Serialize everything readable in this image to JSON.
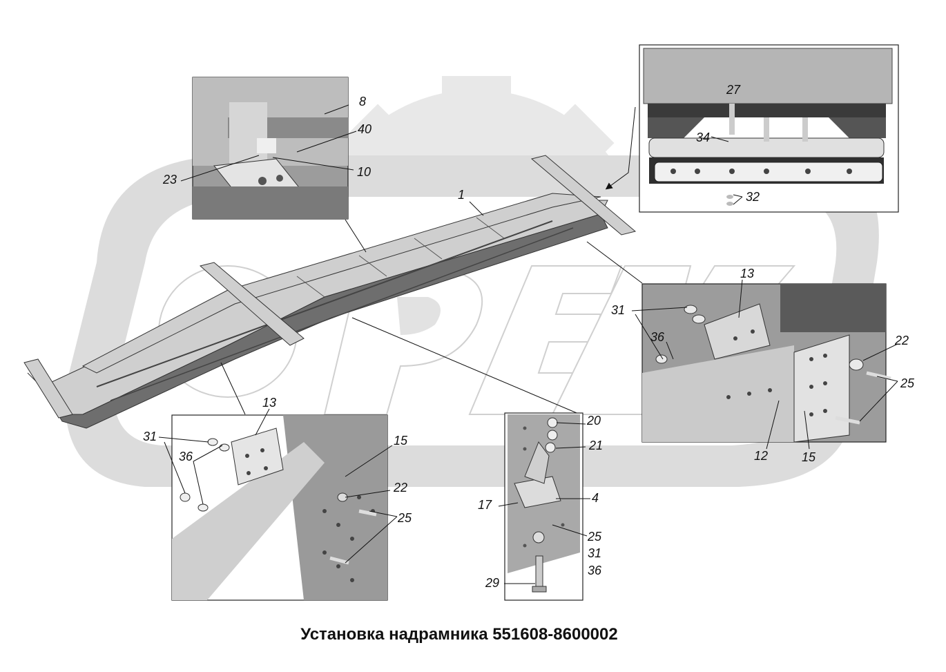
{
  "caption": "Установка надрамника 551608-8600002",
  "watermark": {
    "letters": "OPEX",
    "color": "#e6e6e6"
  },
  "callouts": {
    "main": {
      "frame": "1"
    },
    "inset_top_left": {
      "c8": "8",
      "c40": "40",
      "c10": "10",
      "c23": "23"
    },
    "inset_top_right": {
      "c27": "27",
      "c34": "34",
      "c32": "32"
    },
    "inset_mid_right": {
      "c13": "13",
      "c31": "31",
      "c36": "36",
      "c22": "22",
      "c25": "25",
      "c12": "12",
      "c15": "15"
    },
    "inset_bottom_left": {
      "c13": "13",
      "c31": "31",
      "c36": "36",
      "c15": "15",
      "c22": "22",
      "c25": "25"
    },
    "inset_bottom_center": {
      "c20": "20",
      "c21": "21",
      "c17": "17",
      "c4": "4",
      "c25": "25",
      "c31": "31",
      "c36": "36",
      "c29": "29"
    }
  }
}
